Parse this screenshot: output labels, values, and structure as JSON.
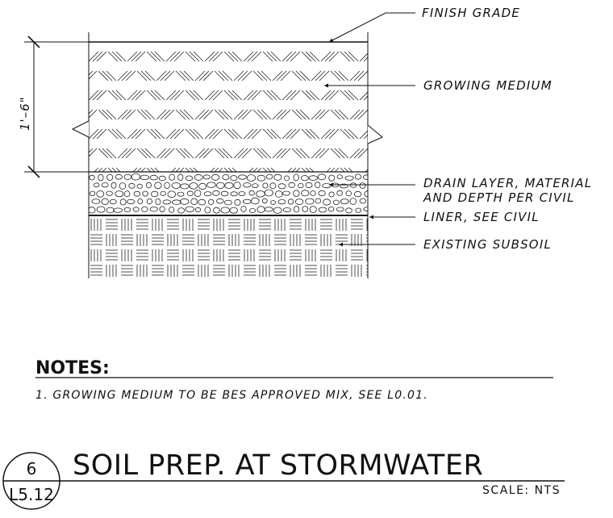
{
  "callouts": {
    "finish_grade": "FINISH GRADE",
    "growing_medium": "GROWING MEDIUM",
    "drain_layer_line1": "DRAIN LAYER, MATERIAL",
    "drain_layer_line2": "AND DEPTH PER CIVIL",
    "liner": "LINER, SEE CIVIL",
    "existing_subsoil": "EXISTING SUBSOIL"
  },
  "dimension": "1'–6\"",
  "notes": {
    "title": "NOTES:",
    "items": [
      "1.  GROWING MEDIUM TO BE BES APPROVED MIX, SEE L0.01."
    ]
  },
  "detail": {
    "number": "6",
    "sheet": "L5.12",
    "title": "SOIL PREP. AT STORMWATER",
    "scale": "SCALE: NTS"
  }
}
